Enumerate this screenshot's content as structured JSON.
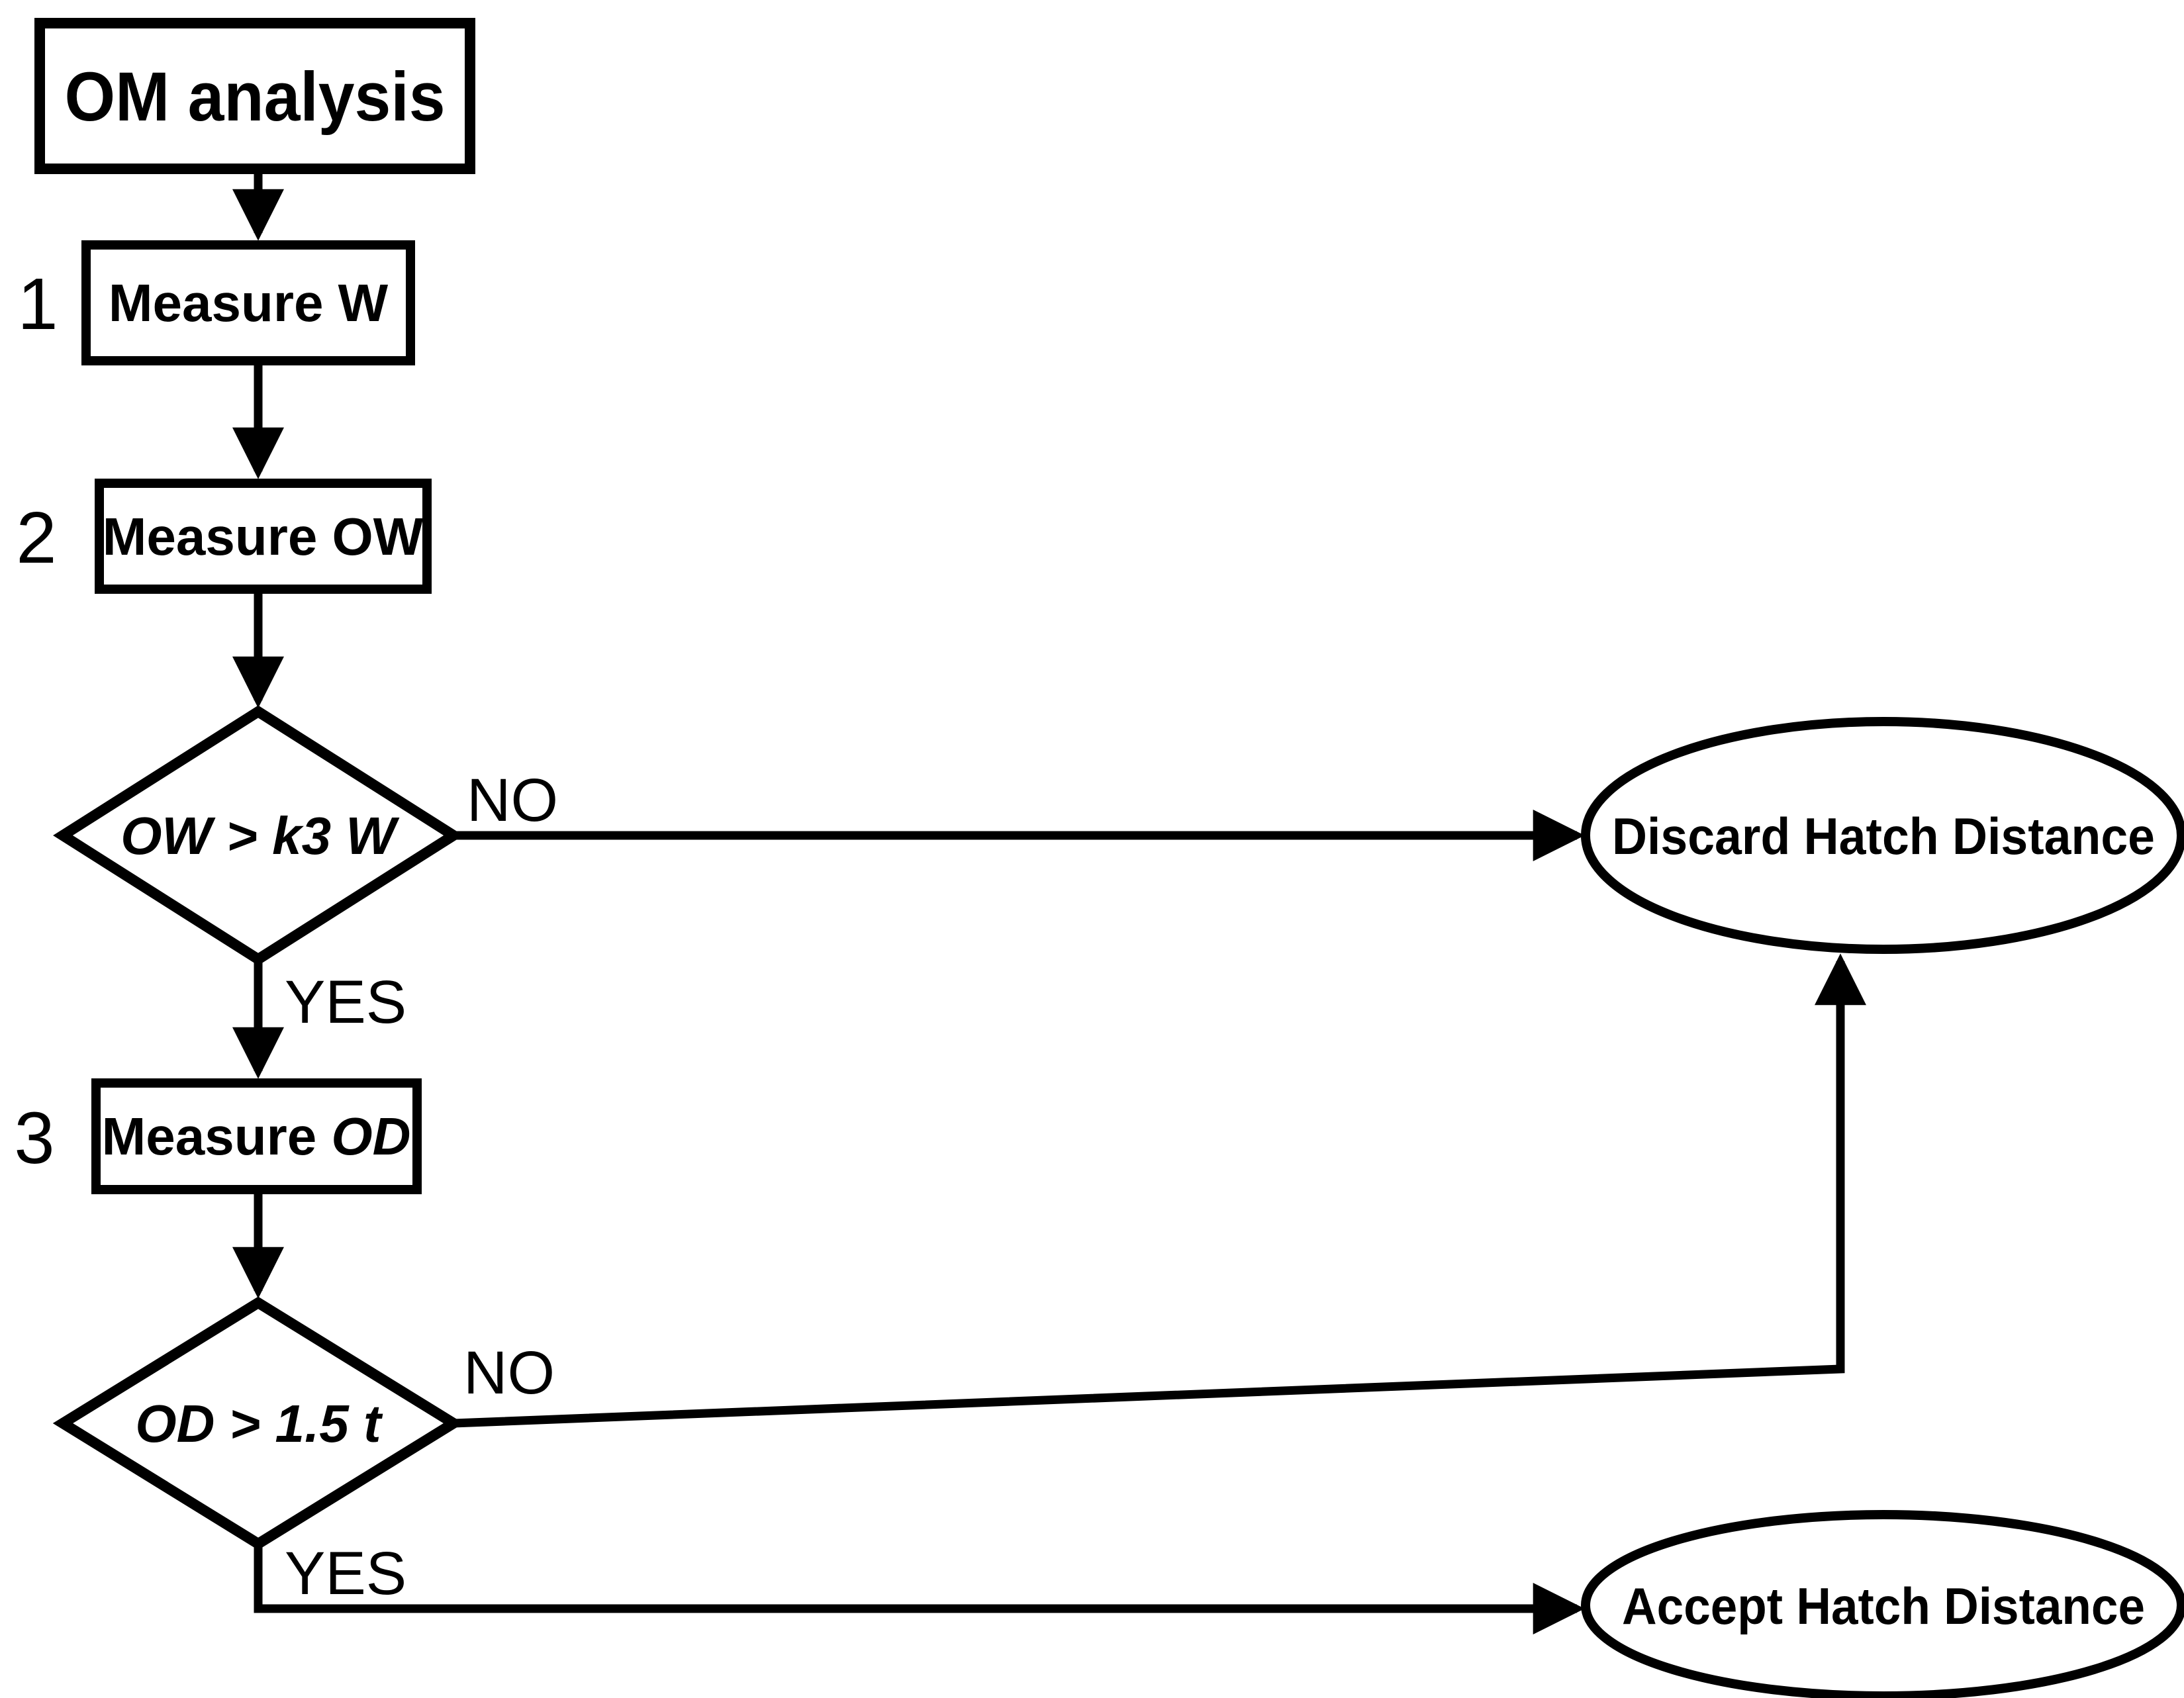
{
  "flowchart": {
    "start": {
      "label": "OM analysis"
    },
    "steps": [
      {
        "number": "1",
        "label": "Measure W"
      },
      {
        "number": "2",
        "label": "Measure OW"
      },
      {
        "number": "3",
        "label_prefix": "Measure ",
        "label_var": "OD"
      }
    ],
    "decisions": [
      {
        "label": "OW > k3 W",
        "no_label": "NO",
        "yes_label": "YES"
      },
      {
        "label": "OD > 1.5 t",
        "no_label": "NO",
        "yes_label": "YES"
      }
    ],
    "terminals": [
      {
        "label": "Discard Hatch Distance"
      },
      {
        "label": "Accept Hatch Distance"
      }
    ],
    "colors": {
      "stroke": "#000000",
      "background": "#ffffff"
    }
  }
}
